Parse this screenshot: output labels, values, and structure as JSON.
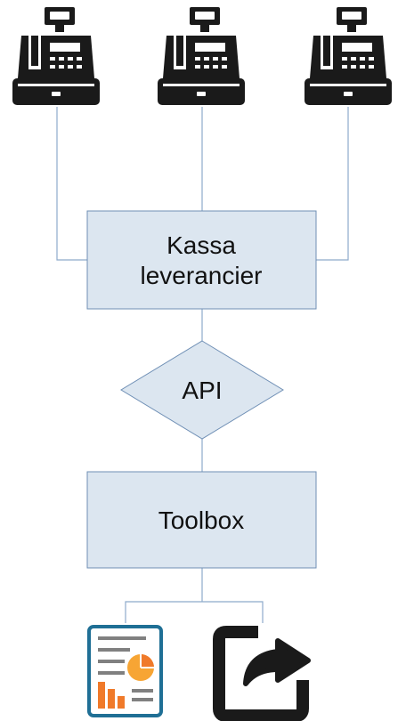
{
  "diagram": {
    "nodes": {
      "vendor": {
        "lines": [
          "Kassa",
          "leverancier"
        ]
      },
      "api": {
        "label": "API"
      },
      "toolbox": {
        "label": "Toolbox"
      }
    },
    "icons": {
      "registers": [
        "cash-register-icon",
        "cash-register-icon",
        "cash-register-icon"
      ],
      "report": "report-chart-icon",
      "export": "share-export-icon"
    },
    "colors": {
      "node_fill": "#dce6f0",
      "node_stroke": "#6f8fb5",
      "connector": "#8eaacb",
      "icon_dark": "#1a1a1a",
      "report_frame": "#1f6f95",
      "report_accent": "#f07a2a",
      "report_pie": "#f7a534",
      "report_lines": "#808080"
    }
  }
}
